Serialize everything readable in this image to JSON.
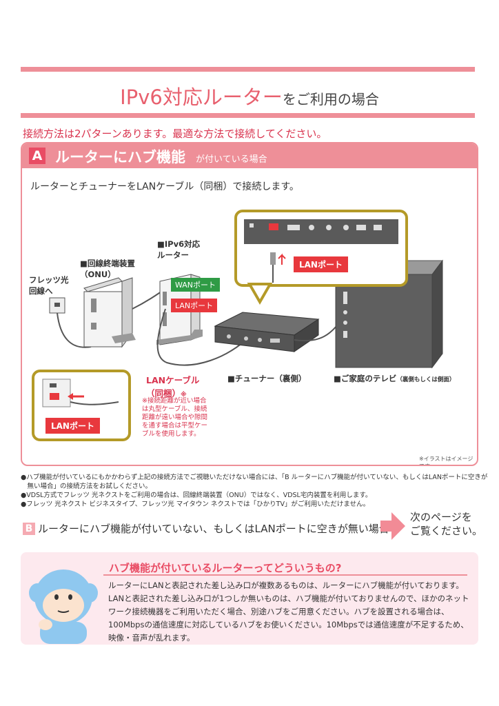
{
  "header": {
    "title_main": "IPv6対応ルーター",
    "title_suffix": "をご利用の場合"
  },
  "intro": "接続方法は2パターンあります。最適な方法で接続してください。",
  "section_a": {
    "badge": "A",
    "title_main": "ルーターにハブ機能",
    "title_suffix": "が付いている場合",
    "connection_text": "ルーターとチューナーをLANケーブル（同梱）で接続します。",
    "labels": {
      "flets_line": "フレッツ光\n回線へ",
      "onu": "■回線終端装置\n（ONU）",
      "router": "■IPv6対応\nルーター",
      "wan_port": "WANポート",
      "lan_port_small": "LANポート",
      "lan_port_big": "LANポート",
      "lan_port_inset": "LANポート",
      "lan_cable": "LANケーブル\n（同梱）",
      "lan_cable_mark": "※",
      "tuner": "■チューナー（裏側）",
      "tv": "■ご家庭のテレビ",
      "tv_sub": "（裏側もしくは側面）"
    },
    "cable_note": "※接続距離が近い場合は丸型ケーブル、接続距離が遠い場合や隙間を通す場合は平型ケーブルを使用します。",
    "illustration_note": "※イラストはイメージです。"
  },
  "bullets": [
    "●ハブ機能が付いているにもかかわらず上記の接続方法でご視聴いただけない場合には、「B ルーターにハブ機能が付いていない、もしくはLANポートに空きが",
    "　無い場合」の接続方法をお試しください。",
    "●VDSL方式でフレッツ 光ネクストをご利用の場合は、回線終端装置（ONU）ではなく、VDSL宅内装置を利用します。",
    "●フレッツ 光ネクスト ビジネスタイプ、フレッツ光 マイタウン ネクストでは「ひかりTV」がご利用いただけません。"
  ],
  "section_b": {
    "badge": "B",
    "text": "ルーターにハブ機能が付いていない、もしくはLANポートに空きが無い場合",
    "next_page": "次のページを\nご覧ください。"
  },
  "faq": {
    "title": "ハブ機能が付いているルーターってどういうもの?",
    "body": "ルーターにLANと表記された差し込み口が複数あるものは、ルーターにハブ機能が付いております。LANと表記された差し込み口が1つしか無いものは、ハブ機能が付いておりませんので、ほかのネットワーク接続機器をご利用いただく場合、別途ハブをご用意ください。ハブを設置される場合は、100Mbpsの通信速度に対応しているハブをお使いください。10Mbpsでは通信速度が不足するため、映像・音声が乱れます。"
  },
  "colors": {
    "pink_bar": "#ee8f98",
    "accent_red": "#e8383d",
    "title_pink": "#e8606e",
    "wan_green": "#2f9b45",
    "gold_border": "#b49a28",
    "faq_bg": "#fde9ee"
  }
}
